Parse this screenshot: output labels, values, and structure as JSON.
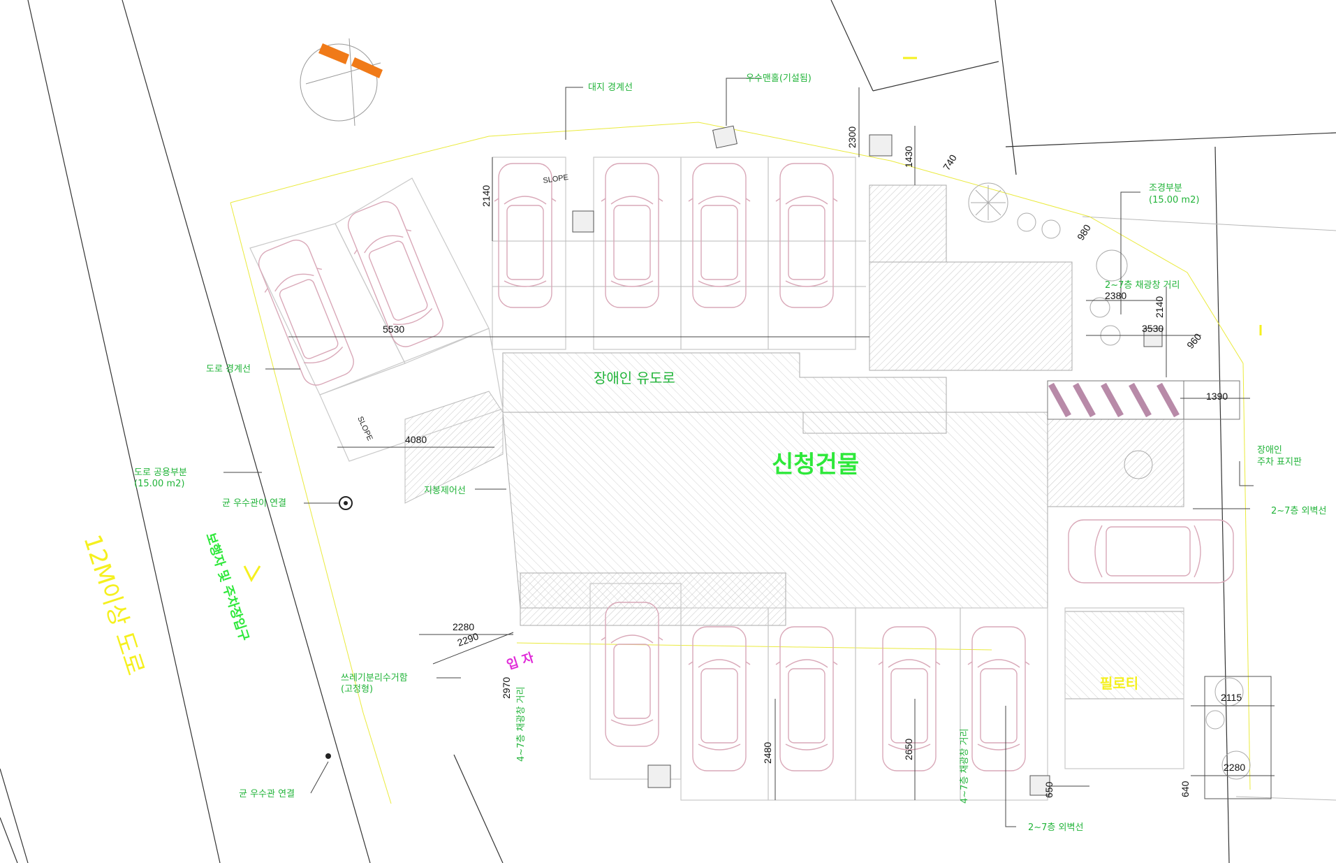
{
  "colors": {
    "label_green": "#22b43a",
    "building_green": "#2ee83a",
    "road_yellow": "#f5f01e",
    "magenta": "#e02ad8",
    "compass_orange": "#f07a18",
    "car_outline": "#d9a8b8",
    "hatch_stripe": "#b88aa8"
  },
  "labels": {
    "boundary": "대지 경계선",
    "rain_basin": "우수맨홀(기설됨)",
    "road_boundary": "도로 경계선",
    "road_share": "도로 공용부분",
    "road_share_area": "(15.00 m2)",
    "rain_connect": "균 우수관이 연결",
    "building_line": "지봉제어선",
    "disabled_path": "장애인 유도로",
    "building": "신청건물",
    "road_name": "12M이상 도로",
    "pedestrian": "보행자 및 주차장입구",
    "trash": "쓰레기분리수거함",
    "trash_sub": "(고정형)",
    "rain_pipe": "균 우수관 연결",
    "landscape": "조경부분",
    "landscape_area": "(15.00 m2)",
    "parking_dist_top": "2~7층 채광창 거리",
    "disabled_parking": "장애인",
    "disabled_parking_2": "주차 표지판",
    "setback_right": "2~7층 외벽선",
    "setback_bottom": "2~7층 외벽선",
    "dist_vertical_left": "4~7층 채광창 거리",
    "dist_vertical_mid": "4~7층 채광창 거리",
    "balcony": "필로티",
    "entrance_mark": "입 자",
    "slope1": "SLOPE",
    "slope2": "SLOPE"
  },
  "dimensions": {
    "d2140a": "2140",
    "d2300": "2300",
    "d1430": "1430",
    "d740": "740",
    "d980": "980",
    "d5530": "5530",
    "d2380": "2380",
    "d2140b": "2140",
    "d3530": "3530",
    "d960": "960",
    "d1390": "1390",
    "d4080": "4080",
    "d2280a": "2280",
    "d2290": "2290",
    "d2970": "2970",
    "d2480": "2480",
    "d2650": "2650",
    "d650": "650",
    "d640": "640",
    "d2115": "2115",
    "d2280b": "2280"
  }
}
